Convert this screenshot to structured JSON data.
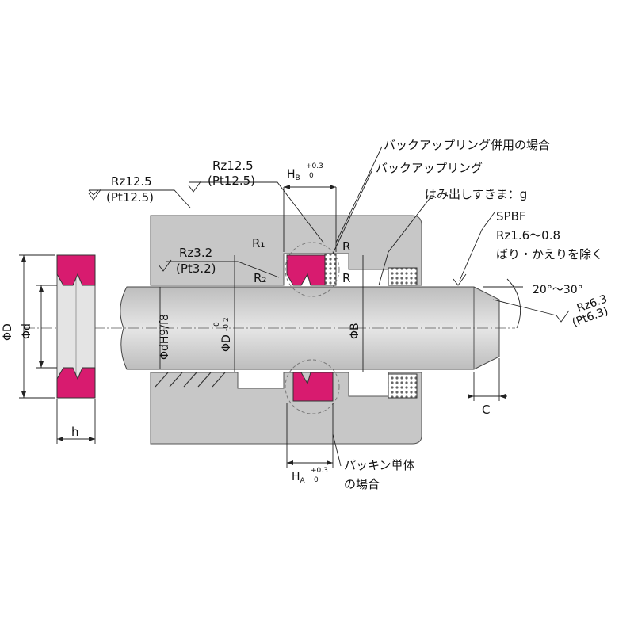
{
  "labels": {
    "backup_combined": "バックアップリング併用の場合",
    "backup_ring": "バックアップリング",
    "extrusion_gap": "はみ出しすきま：g",
    "spbf": "SPBF",
    "rz_range": "Rz1.6～0.8",
    "deburr": "ばり・かえりを除く",
    "angle": "20°～30°",
    "rz63": "Rz6.3",
    "pt63": "(Pt6.3)",
    "rz125_a": "Rz12.5",
    "pt125_a": "(Pt12.5)",
    "rz125_b": "Rz12.5",
    "pt125_b": "(Pt12.5)",
    "rz32": "Rz3.2",
    "pt32": "(Pt3.2)",
    "hb_base": "H",
    "hb_sub": "B",
    "hb_tol_up": "+0.3",
    "hb_tol_low": "0",
    "ha_base": "H",
    "ha_sub": "A",
    "ha_tol_up": "+0.3",
    "ha_tol_low": "0",
    "r1": "R₁",
    "r2": "R₂",
    "r_a": "R",
    "r_b": "R",
    "phi_D": "ΦD",
    "phi_d": "Φd",
    "h": "h",
    "phi_d_h9f8": "ΦdH9/f8",
    "phi_D_rod": "ΦD",
    "phi_D_tol_up": "0",
    "phi_D_tol_low": "-0.2",
    "phi_B": "ΦB",
    "c": "C",
    "packing_single_1": "パッキン単体",
    "packing_single_2": "の場合"
  },
  "colors": {
    "seal": "#d81b6f",
    "housing": "#c7c7c7",
    "rod": "#d4d4d4",
    "line": "#222222"
  }
}
